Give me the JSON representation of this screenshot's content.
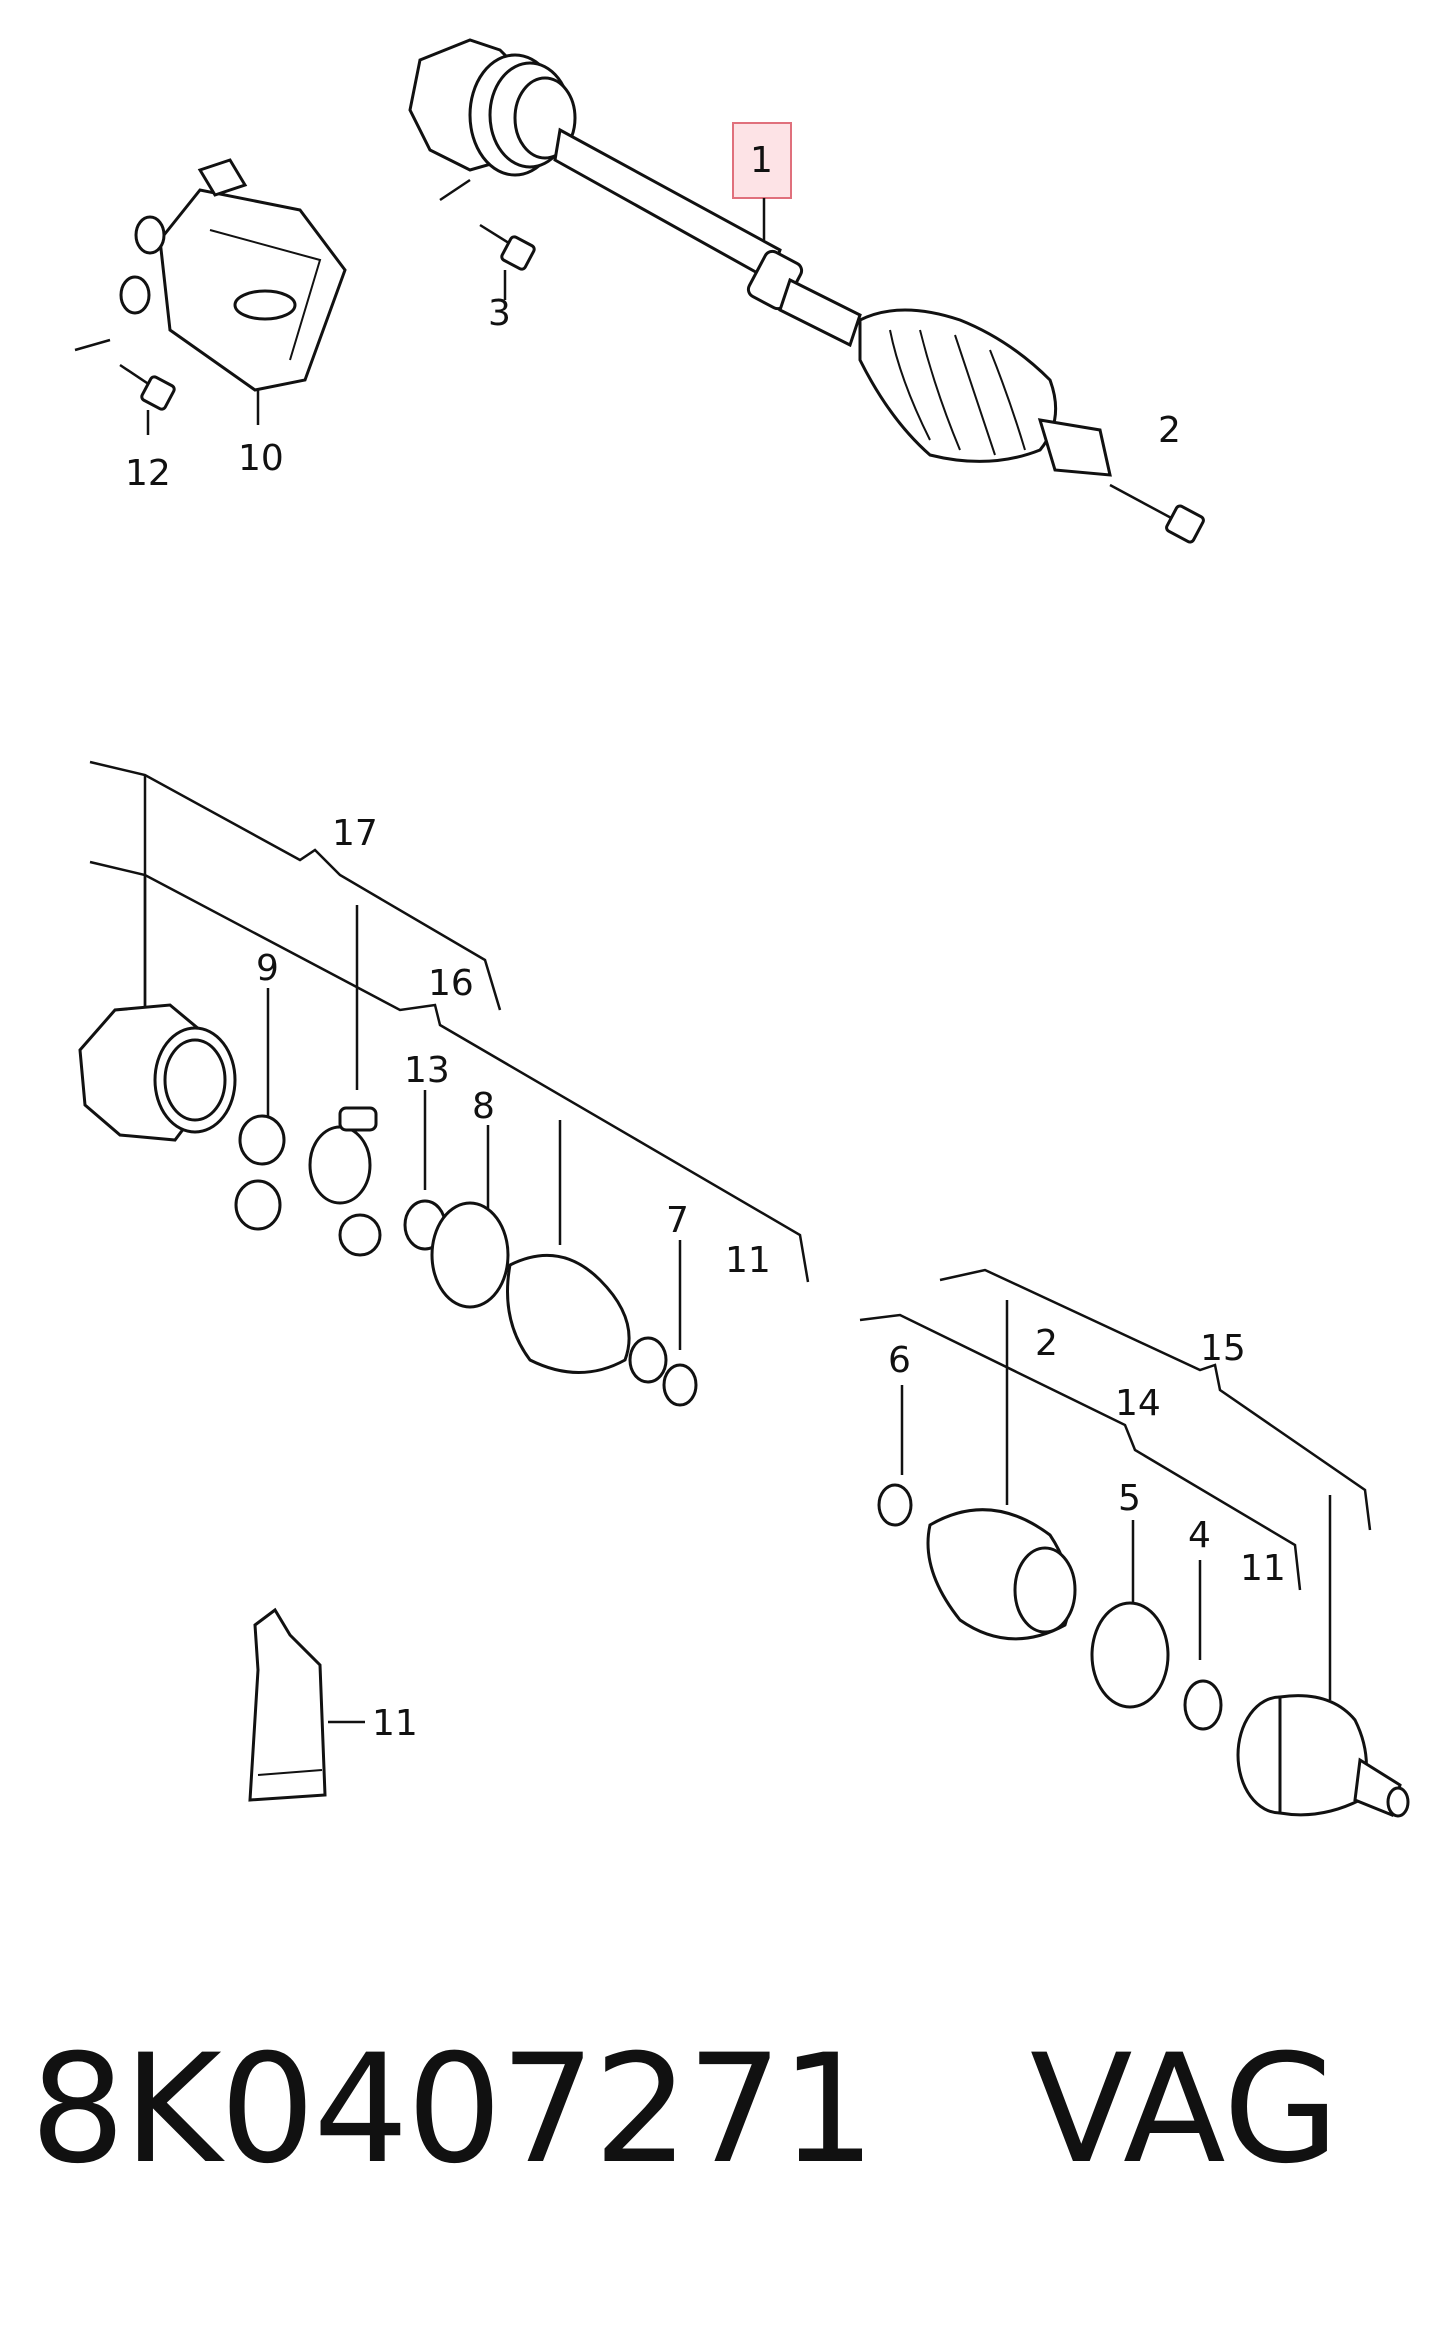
{
  "callouts": {
    "c1": "1",
    "c2": "2",
    "c3": "3",
    "c10": "10",
    "c12": "12",
    "c17": "17",
    "c16": "16",
    "c9": "9",
    "c13": "13",
    "c8": "8",
    "c7": "7",
    "c11a": "11",
    "c2b": "2",
    "c15": "15",
    "c6": "6",
    "c14": "14",
    "c5": "5",
    "c4": "4",
    "c11b": "11",
    "c11c": "11"
  },
  "footer": {
    "part_number": "8K0407271",
    "brand": "VAG"
  },
  "colors": {
    "highlight_fill": "#fde3e6",
    "highlight_stroke": "#e0707c",
    "line": "#111111"
  }
}
